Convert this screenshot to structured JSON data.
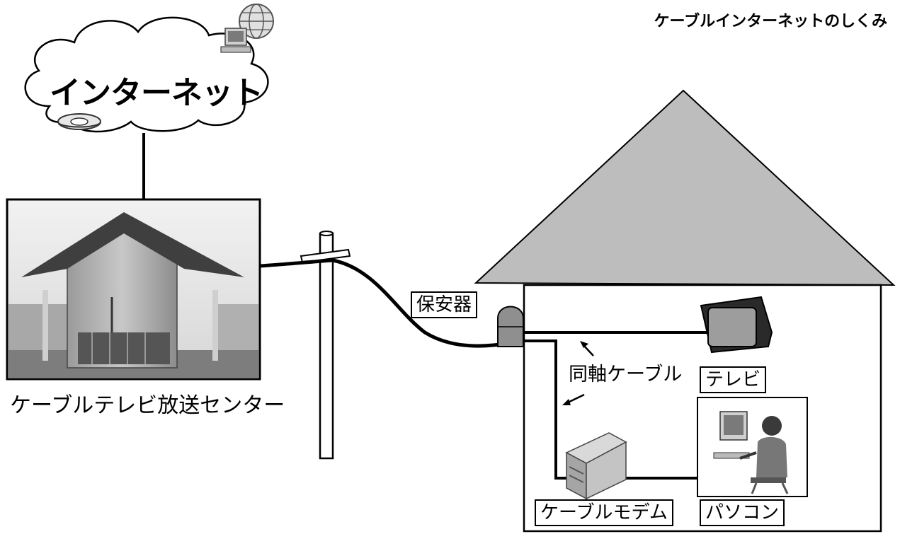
{
  "title": "ケーブルインターネットのしくみ",
  "labels": {
    "internet": "インターネット",
    "broadcast_center": "ケーブルテレビ放送センター",
    "protector": "保安器",
    "coax_cable": "同軸ケーブル",
    "tv": "テレビ",
    "pc": "パソコン",
    "cable_modem": "ケーブルモデム"
  },
  "colors": {
    "roof": "#bdbdbd",
    "line": "#000000",
    "building_photo": "#8a8a8a"
  },
  "icons": [
    "globe-icon",
    "computer-icon",
    "cable-reel-icon",
    "tv-icon",
    "modem-icon",
    "person-at-computer-icon",
    "arrow-icon"
  ]
}
